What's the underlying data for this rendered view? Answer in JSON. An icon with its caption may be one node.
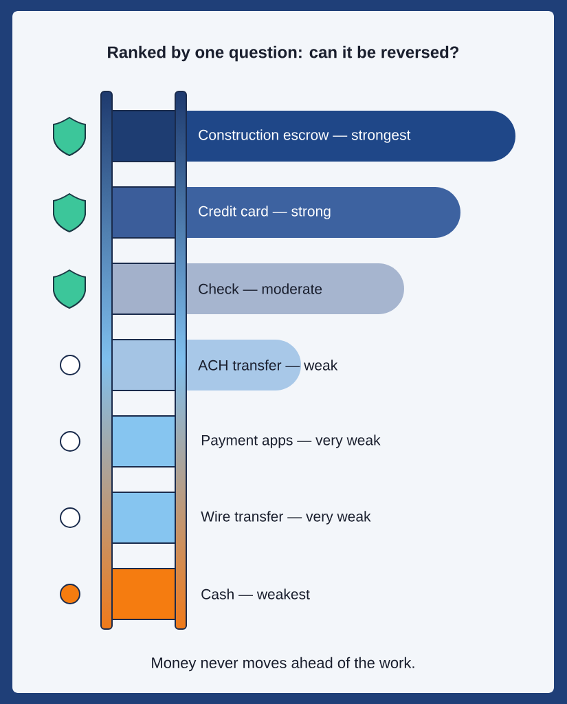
{
  "diagram": {
    "title": "Ranked by one question: can it be reversed?",
    "caption": "Money never moves ahead of the work.",
    "nodes": [
      {
        "text": [
          "Construction escrow — strongest"
        ]
      },
      {
        "text": [
          "Credit card — strong"
        ]
      },
      {
        "text": [
          "Check — moderate"
        ]
      },
      {
        "text": [
          "ACH transfer — weak"
        ]
      },
      {
        "text": [
          "Payment apps — very weak"
        ]
      },
      {
        "text": [
          "Wire transfer — very weak"
        ]
      },
      {
        "text": [
          "Cash — weakest"
        ]
      }
    ]
  }
}
